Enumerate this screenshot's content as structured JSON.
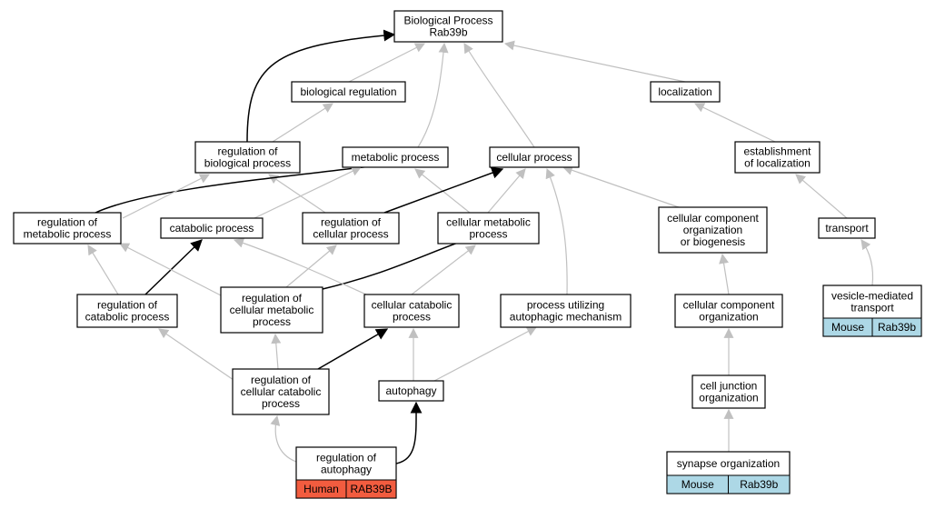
{
  "graph": {
    "nodes": {
      "bp": {
        "lines": [
          "Biological Process",
          "Rab39b"
        ]
      },
      "bioreg": {
        "lines": [
          "biological regulation"
        ]
      },
      "loc": {
        "lines": [
          "localization"
        ]
      },
      "regbp": {
        "lines": [
          "regulation of",
          "biological process"
        ]
      },
      "metab": {
        "lines": [
          "metabolic process"
        ]
      },
      "cellp": {
        "lines": [
          "cellular process"
        ]
      },
      "estloc": {
        "lines": [
          "establishment",
          "of localization"
        ]
      },
      "regmetab": {
        "lines": [
          "regulation of",
          "metabolic process"
        ]
      },
      "catab": {
        "lines": [
          "catabolic process"
        ]
      },
      "regcell": {
        "lines": [
          "regulation of",
          "cellular process"
        ]
      },
      "cellmetab": {
        "lines": [
          "cellular metabolic",
          "process"
        ]
      },
      "ccob": {
        "lines": [
          "cellular component",
          "organization",
          "or biogenesis"
        ]
      },
      "transport": {
        "lines": [
          "transport"
        ]
      },
      "regcatab": {
        "lines": [
          "regulation of",
          "catabolic process"
        ]
      },
      "regcellmetab": {
        "lines": [
          "regulation of",
          "cellular metabolic",
          "process"
        ]
      },
      "cellcatab": {
        "lines": [
          "cellular catabolic",
          "process"
        ]
      },
      "autophmech": {
        "lines": [
          "process utilizing",
          "autophagic mechanism"
        ]
      },
      "cco": {
        "lines": [
          "cellular component",
          "organization"
        ]
      },
      "vesicle": {
        "lines": [
          "vesicle-mediated",
          "transport"
        ],
        "tags": [
          "Mouse",
          "Rab39b"
        ],
        "tag_color": "#add8e6"
      },
      "regcellcatab": {
        "lines": [
          "regulation of",
          "cellular catabolic",
          "process"
        ]
      },
      "autophagy": {
        "lines": [
          "autophagy"
        ]
      },
      "celljunc": {
        "lines": [
          "cell junction",
          "organization"
        ]
      },
      "regautoph": {
        "lines": [
          "regulation of",
          "autophagy"
        ],
        "tags": [
          "Human",
          "RAB39B"
        ],
        "tag_color": "#f25c3f"
      },
      "synapse": {
        "lines": [
          "synapse organization"
        ],
        "tags": [
          "Mouse",
          "Rab39b"
        ],
        "tag_color": "#add8e6"
      }
    },
    "edge_colors": {
      "gray": "#c0c0c0",
      "black": "#000000"
    }
  }
}
